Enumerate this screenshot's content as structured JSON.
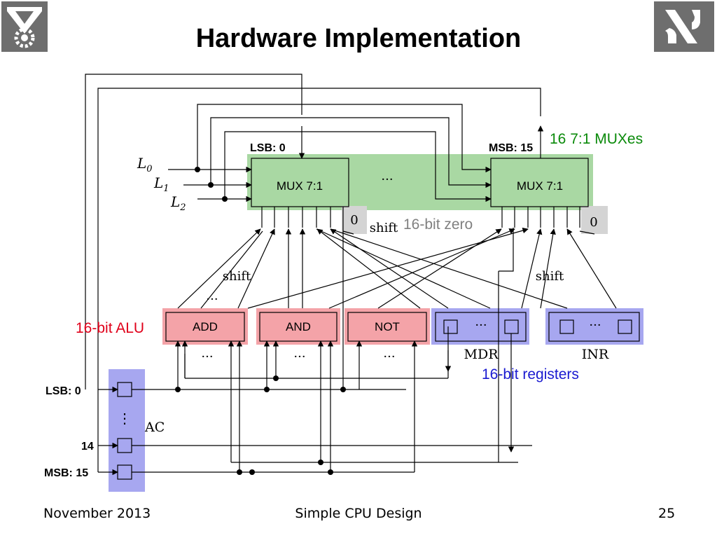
{
  "slide": {
    "title": "Hardware Implementation",
    "footer": {
      "date": "November 2013",
      "center": "Simple CPU Design",
      "page": "25"
    }
  },
  "diagram": {
    "labels": {
      "lsb0_top": "LSB: 0",
      "msb15_top": "MSB: 15",
      "muxes_note": "16 7:1 MUXes",
      "mux_left": "MUX 7:1",
      "mux_right": "MUX 7:1",
      "dots": "···",
      "zero": "0",
      "shift": "shift",
      "zero_note": "16-bit zero",
      "alu_note": "16-bit ALU",
      "add": "ADD",
      "and": "AND",
      "not": "NOT",
      "mdr": "MDR",
      "inr": "INR",
      "reg_note": "16-bit registers",
      "ac": "AC",
      "lsb0_left": "LSB: 0",
      "ac14": "14",
      "msb15_left": "MSB: 15",
      "l0": "L",
      "l0_sub": "0",
      "l1": "L",
      "l1_sub": "1",
      "l2": "L",
      "l2_sub": "2",
      "vdots": "⋮"
    },
    "colors": {
      "mux_highlight": "#a9d8a3",
      "alu_highlight": "#f4a3a8",
      "register_highlight": "#a7a7f0",
      "zero_highlight": "#d4d4d4",
      "muxes_note": "#0a8a0a",
      "alu_note": "#e0001a",
      "reg_note": "#1a1ad0",
      "zero_note": "#808080"
    },
    "icons": [
      "technion-gear-logo-icon",
      "alef-logo-icon"
    ]
  }
}
